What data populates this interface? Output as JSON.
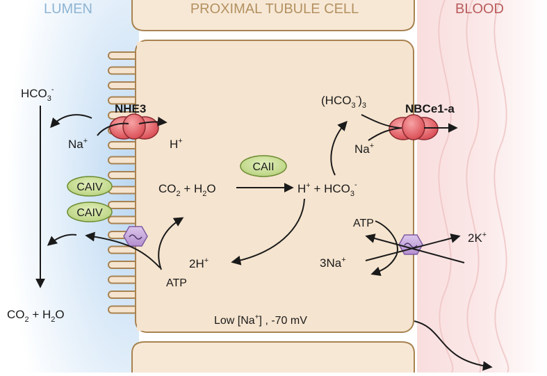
{
  "regions": {
    "lumen": "LUMEN",
    "cell": "PROXIMAL TUBULE CELL",
    "blood": "BLOOD"
  },
  "transporters": {
    "nhe3": "NHE3",
    "nbce1": "NBCe1-a"
  },
  "enzymes": {
    "caii": "CAII",
    "caiv_1": "CAIV",
    "caiv_2": "CAIV"
  },
  "lumen_species": {
    "hco3_main": "HCO",
    "hco3_sub": "3",
    "hco3_sup": "-",
    "na_main": "Na",
    "na_sup": "+",
    "co2_main": "CO",
    "co2_sub": "2",
    "co2_plus": " + H",
    "h2o_sub": "2",
    "h2o_tail": "O"
  },
  "cell_species": {
    "h_main": "H",
    "h_sup": "+",
    "co2_main": "CO",
    "co2_sub": "2",
    "co2_plus": " + H",
    "h2o_sub": "2",
    "h2o_tail": "O",
    "prod_h": "H",
    "prod_h_sup": "+",
    "prod_plus_hco": " + HCO",
    "prod_hco_sub": "3",
    "prod_hco_sup": "-",
    "two_h": "2H",
    "two_h_sup": "+",
    "atp_left": "ATP",
    "atp_right": "ATP",
    "three_na": "3Na",
    "three_na_sup": "+",
    "na_basal": "Na",
    "na_basal_sup": "+",
    "hco3_3_open": "(HCO",
    "hco3_3_sub": "3",
    "hco3_3_sup": "-",
    "hco3_3_close": ")",
    "hco3_3_sub2": "3",
    "low_na_label": "Low [Na",
    "low_na_sup": "+",
    "low_na_tail": "] , -70 mV"
  },
  "blood_species": {
    "two_k": "2K",
    "two_k_sup": "+"
  },
  "colors": {
    "lumen_blue": "#d6e8f7",
    "cell_fill": "#f5e4cf",
    "cell_stroke": "#a88250",
    "region_label_lumen": "#8db4d3",
    "region_label_cell": "#b39160",
    "region_label_blood": "#b95c5c",
    "transporter_red": "#e0585f",
    "enzyme_green": "#c6dd8f",
    "pump_purple": "#c6a5dc",
    "blood_pink": "#f6d3d3"
  }
}
